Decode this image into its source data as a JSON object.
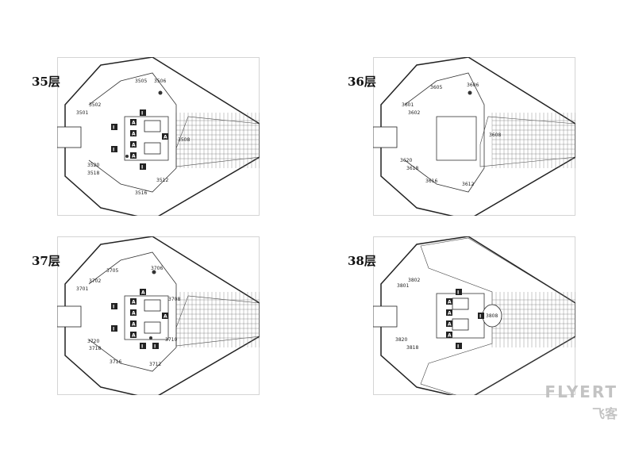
{
  "floors": [
    {
      "label": "35层",
      "rooms": [
        "3505",
        "3506",
        "3502",
        "3501",
        "3508",
        "3520",
        "3518",
        "3512",
        "3516"
      ],
      "marks": [
        "A",
        "A",
        "A",
        "A",
        "A",
        "I",
        "I",
        "I",
        "I"
      ]
    },
    {
      "label": "36层",
      "rooms": [
        "3605",
        "3606",
        "3601",
        "3602",
        "3608",
        "3620",
        "3618",
        "3616",
        "3612"
      ],
      "marks": []
    },
    {
      "label": "37层",
      "rooms": [
        "3705",
        "3706",
        "3701",
        "3702",
        "3708",
        "3720",
        "3718",
        "3716",
        "3710",
        "3712"
      ],
      "marks": [
        "A",
        "A",
        "A",
        "A",
        "A",
        "A",
        "I",
        "I",
        "I",
        "I"
      ]
    },
    {
      "label": "38层",
      "rooms": [
        "3802",
        "3801",
        "3808",
        "3820",
        "3818"
      ],
      "marks": [
        "A",
        "A",
        "A",
        "A",
        "I",
        "I",
        "I"
      ]
    }
  ],
  "watermark": {
    "brand": "FLYERT",
    "sub": "飞客"
  }
}
